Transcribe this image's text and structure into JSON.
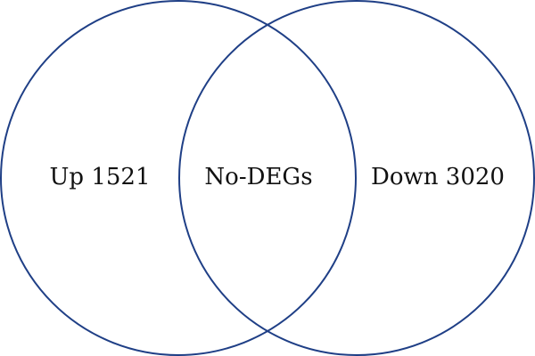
{
  "venn": {
    "sets": [
      {
        "label": "Up 1521"
      },
      {
        "label": "Down 3020"
      }
    ],
    "intersection_label": "No-DEGs"
  },
  "colors": {
    "circle_stroke": "#1f3f86",
    "text": "#111111",
    "background": "#ffffff"
  }
}
